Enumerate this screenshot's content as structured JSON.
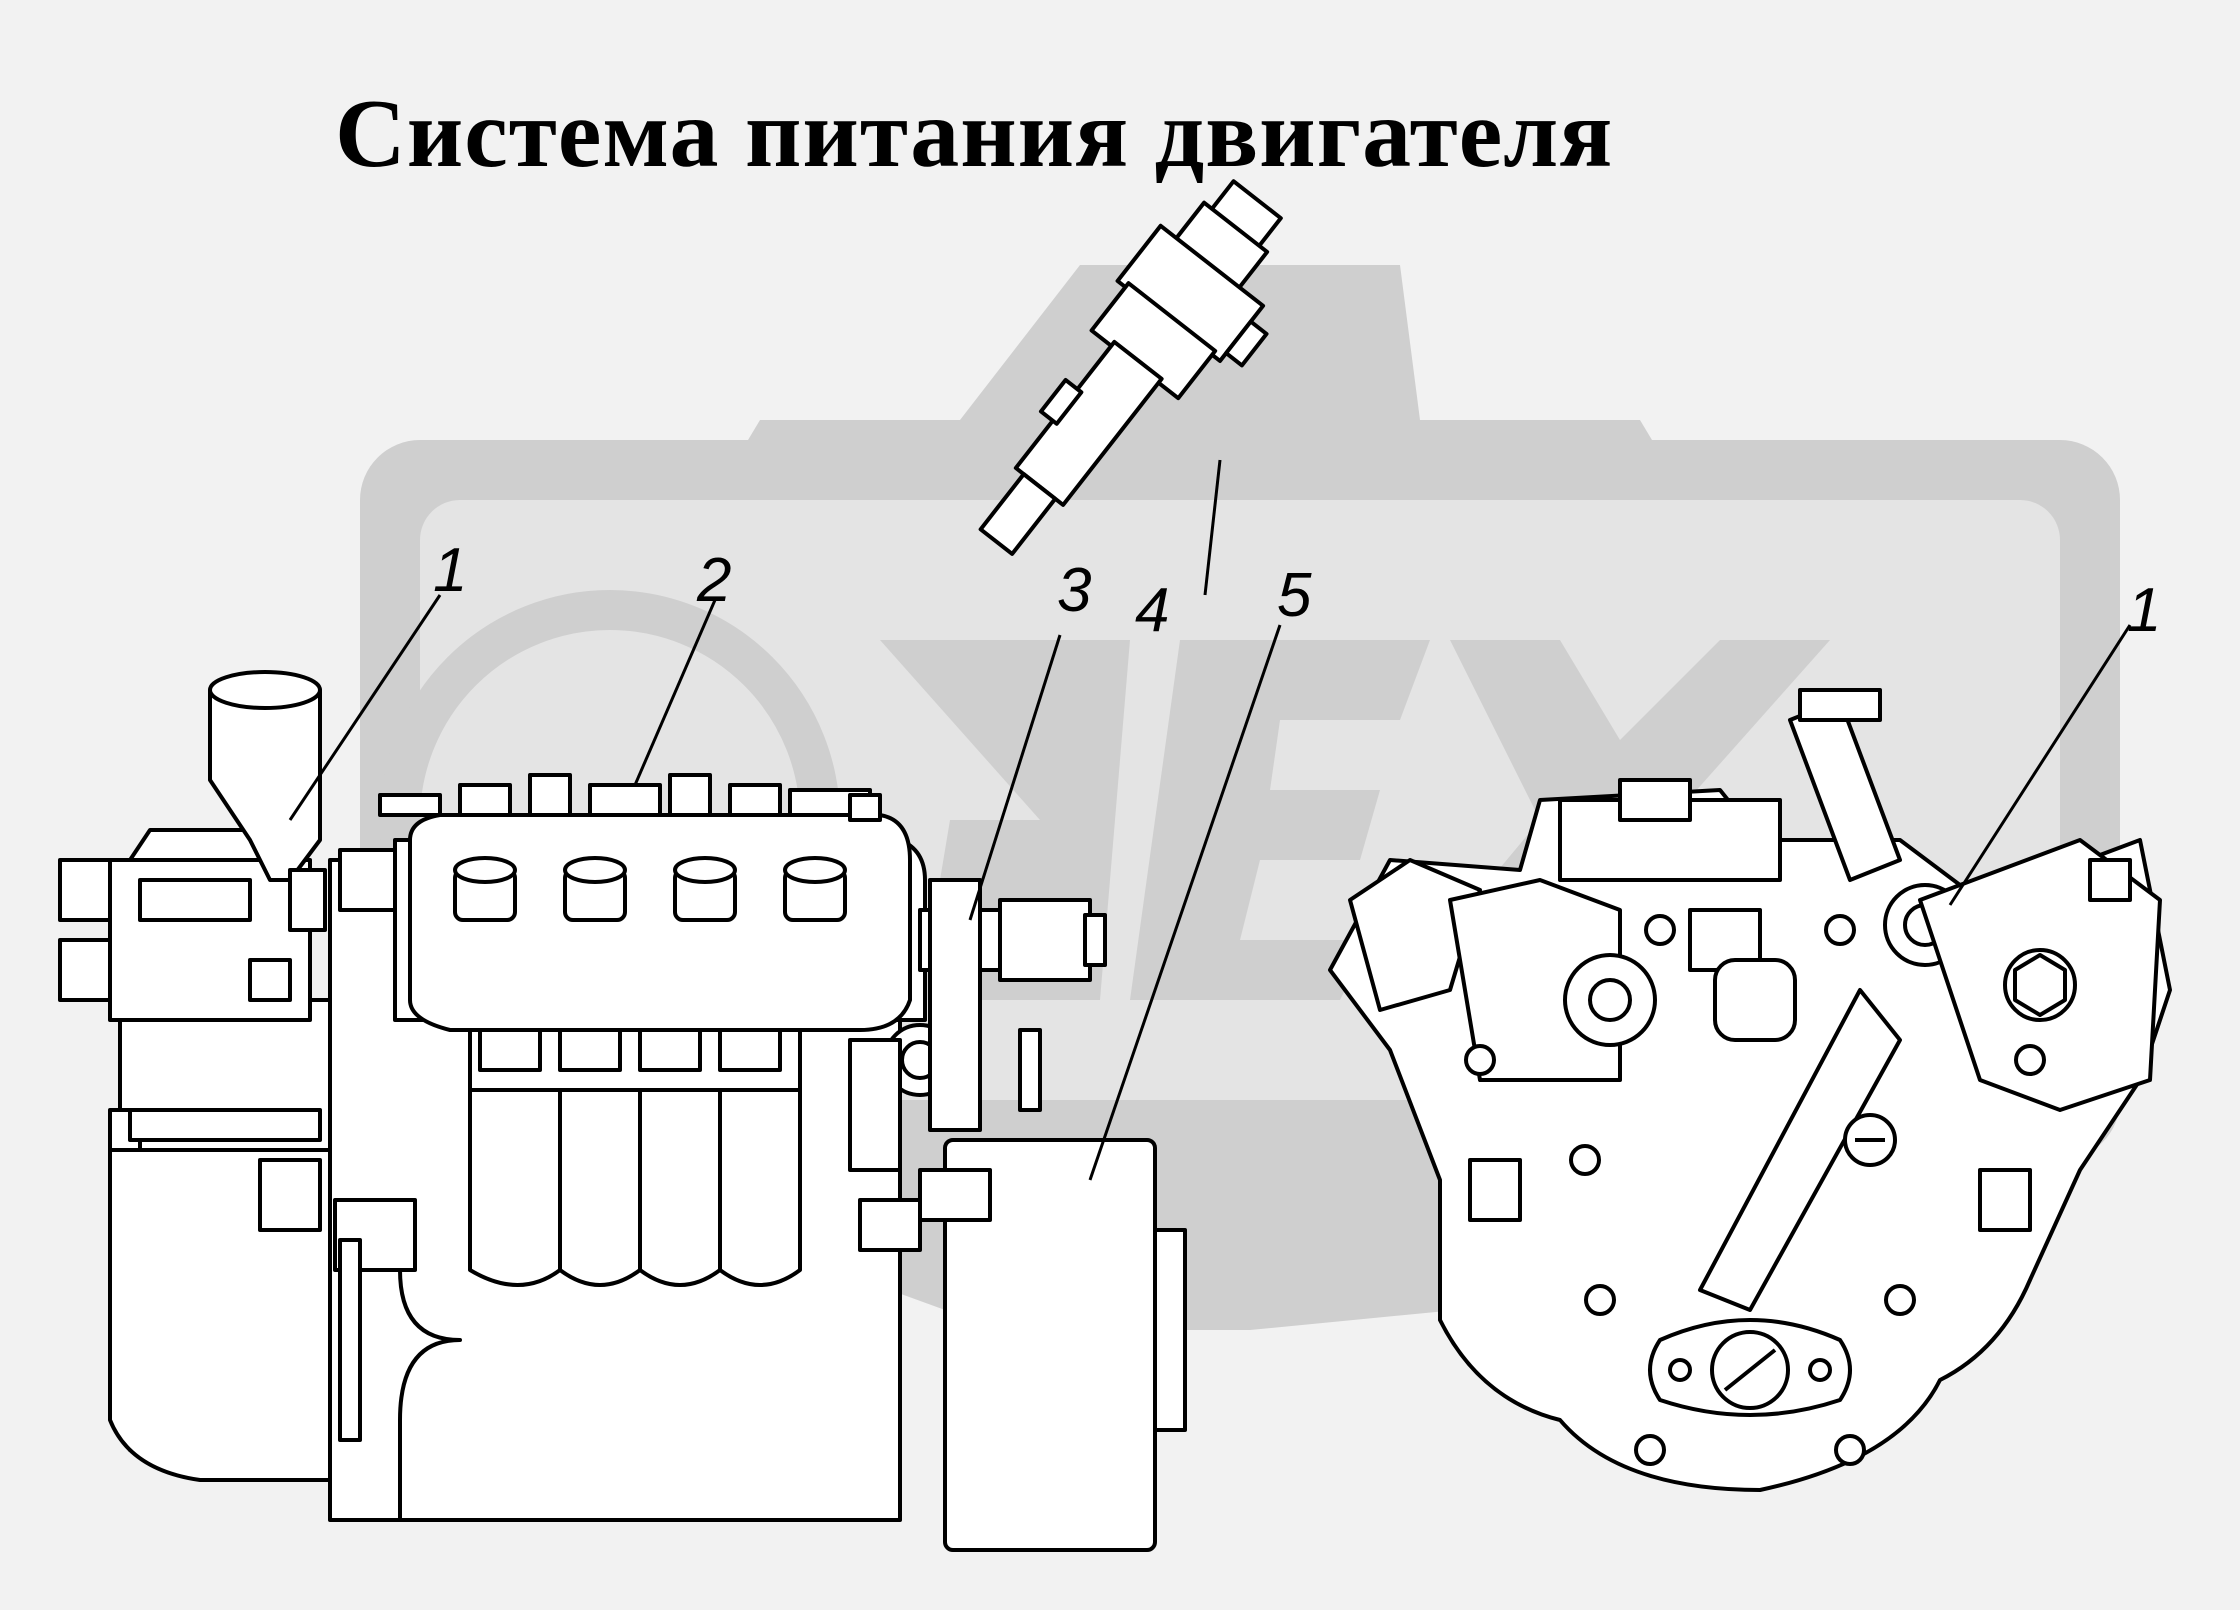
{
  "title": "Система питания двигателя",
  "watermark_text": "OPEX",
  "callouts": [
    {
      "id": "c1-left",
      "label": "1"
    },
    {
      "id": "c2",
      "label": "2"
    },
    {
      "id": "c3",
      "label": "3"
    },
    {
      "id": "c4",
      "label": "4"
    },
    {
      "id": "c5",
      "label": "5"
    },
    {
      "id": "c1-right",
      "label": "1"
    }
  ],
  "colors": {
    "background": "#f2f2f2",
    "watermark": "#cfcfcf",
    "line": "#000000",
    "part_fill": "#ffffff"
  }
}
